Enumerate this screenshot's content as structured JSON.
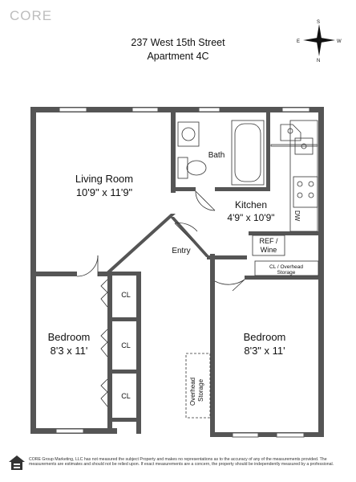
{
  "logo": "CORE",
  "address": {
    "line1": "237 West 15th Street",
    "line2": "Apartment 4C"
  },
  "compass": {
    "n": "N",
    "s": "S",
    "e": "E",
    "w": "W"
  },
  "rooms": {
    "living_room": {
      "name": "Living Room",
      "dims": "10'9\" x 11'9\""
    },
    "bath": {
      "name": "Bath"
    },
    "kitchen": {
      "name": "Kitchen",
      "dims": "4'9\" x 10'9\""
    },
    "dw": "DW",
    "ref": {
      "line1": "REF /",
      "line2": "Wine"
    },
    "entry": "Entry",
    "cl_storage": {
      "line1": "CL / Overhead",
      "line2": "Storage"
    },
    "closet1": "CL",
    "closet2": "CL",
    "closet3": "CL",
    "bedroom_left": {
      "name": "Bedroom",
      "dims": "8'3 x 11'"
    },
    "bedroom_right": {
      "name": "Bedroom",
      "dims": "8'3\" x 11'"
    },
    "overhead_storage": {
      "line1": "Overhead",
      "line2": "Storage"
    }
  },
  "disclaimer": "CORE Group Marketing, LLC has not measured the subject Property and makes no representations as to the accuracy of any of the measurements provided. The measurements are estimates and should not be relied upon. If exact measurements are a concern, the property should be independently measured by a professional."
}
